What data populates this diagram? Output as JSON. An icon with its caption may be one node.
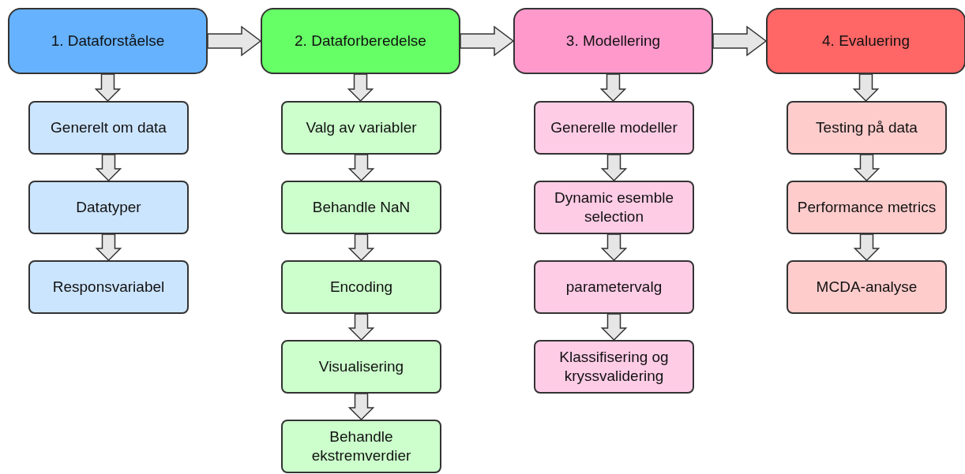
{
  "diagram": {
    "nodes": [
      {
        "text": [
          "1. Dataforståelse"
        ]
      },
      {
        "text": [
          "Generelt om data"
        ]
      },
      {
        "text": [
          "Datatyper"
        ]
      },
      {
        "text": [
          "Responsvariabel"
        ]
      },
      {
        "text": [
          "2. Dataforberedelse"
        ]
      },
      {
        "text": [
          "Valg av variabler"
        ]
      },
      {
        "text": [
          "Behandle NaN"
        ]
      },
      {
        "text": [
          "Encoding"
        ]
      },
      {
        "text": [
          "Visualisering"
        ]
      },
      {
        "text": [
          "Behandle ekstremverdier"
        ]
      },
      {
        "text": [
          "3. Modellering"
        ]
      },
      {
        "text": [
          "Generelle modeller"
        ]
      },
      {
        "text": [
          "Dynamic esemble selection"
        ]
      },
      {
        "text": [
          "parametervalg"
        ]
      },
      {
        "text": [
          "Klassifisering og kryssvalidering"
        ]
      },
      {
        "text": [
          "4. Evaluering"
        ]
      },
      {
        "text": [
          "Testing på data"
        ]
      },
      {
        "text": [
          "Performance metrics"
        ]
      },
      {
        "text": [
          "MCDA-analyse"
        ]
      }
    ],
    "edges": [
      {
        "from": 0,
        "to": 4,
        "arrow": "to"
      },
      {
        "from": 4,
        "to": 10,
        "arrow": "to"
      },
      {
        "from": 10,
        "to": 15,
        "arrow": "to"
      },
      {
        "from": 0,
        "to": 1,
        "arrow": "to"
      },
      {
        "from": 1,
        "to": 2,
        "arrow": "to"
      },
      {
        "from": 2,
        "to": 3,
        "arrow": "to"
      },
      {
        "from": 4,
        "to": 5,
        "arrow": "to"
      },
      {
        "from": 5,
        "to": 6,
        "arrow": "to"
      },
      {
        "from": 6,
        "to": 7,
        "arrow": "to"
      },
      {
        "from": 7,
        "to": 8,
        "arrow": "to"
      },
      {
        "from": 8,
        "to": 9,
        "arrow": "to"
      },
      {
        "from": 10,
        "to": 11,
        "arrow": "to"
      },
      {
        "from": 11,
        "to": 12,
        "arrow": "to"
      },
      {
        "from": 12,
        "to": 13,
        "arrow": "to"
      },
      {
        "from": 13,
        "to": 14,
        "arrow": "to"
      },
      {
        "from": 15,
        "to": 16,
        "arrow": "to"
      },
      {
        "from": 16,
        "to": 17,
        "arrow": "to"
      },
      {
        "from": 17,
        "to": 18,
        "arrow": "to"
      }
    ]
  }
}
